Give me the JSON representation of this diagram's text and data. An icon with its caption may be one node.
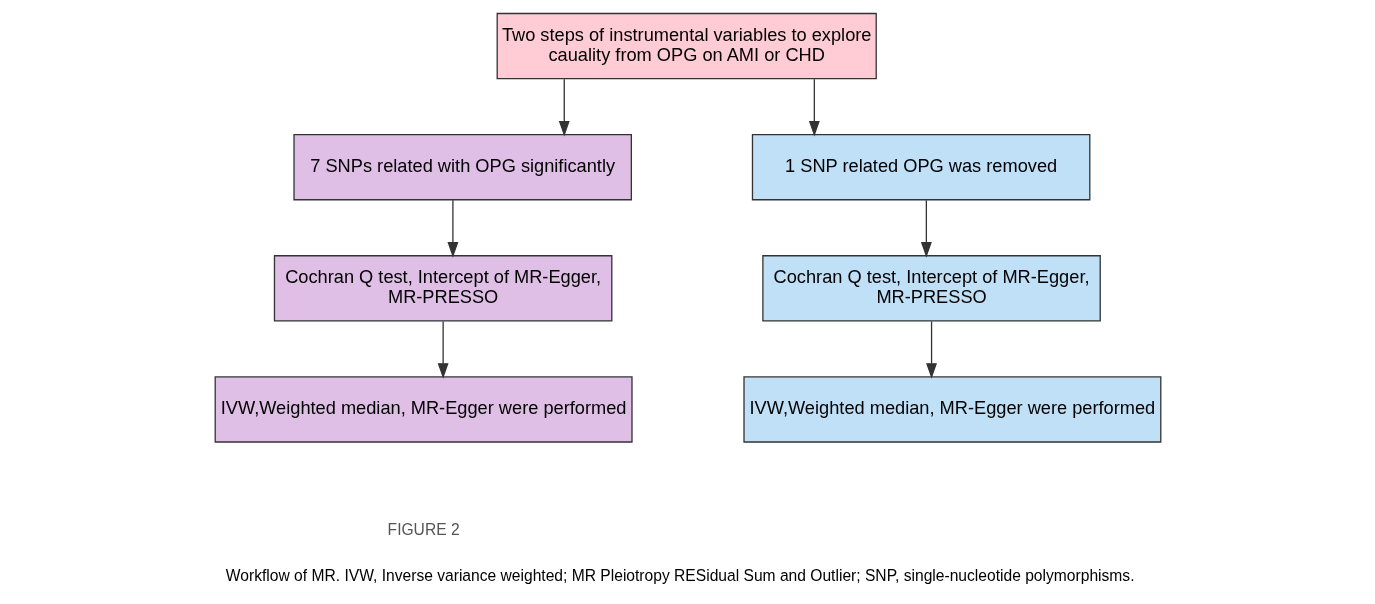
{
  "diagram": {
    "caption": "Workflow of MR. IVW, Inverse variance weighted; MR Pleiotropy RESidual Sum and Outlier; SNP, single-nucleotide polymorphisms.",
    "nodes": [
      {
        "text": [
          "Two steps of instrumental variables to explore cauality from OPG on AMI or CHD"
        ]
      },
      {
        "text": [
          "7 SNPs related with OPG significantly"
        ]
      },
      {
        "text": [
          "1 SNP related OPG was removed"
        ]
      },
      {
        "text": [
          "Cochran Q test, Intercept of MR-Egger, MR-PRESSO"
        ]
      },
      {
        "text": [
          "Cochran Q test, Intercept of MR-Egger, MR-PRESSO"
        ]
      },
      {
        "text": [
          "IVW,Weighted median, MR-Egger were performed"
        ]
      },
      {
        "text": [
          "IVW,Weighted median, MR-Egger were performed"
        ]
      }
    ],
    "edges": [
      {
        "from": 0,
        "to": 1,
        "arrow": "to"
      },
      {
        "from": 0,
        "to": 2,
        "arrow": "to"
      },
      {
        "from": 1,
        "to": 3,
        "arrow": "to"
      },
      {
        "from": 3,
        "to": 5,
        "arrow": "to"
      },
      {
        "from": 2,
        "to": 4,
        "arrow": "to"
      },
      {
        "from": 4,
        "to": 6,
        "arrow": "to"
      }
    ],
    "labels": [
      "FIGURE 2"
    ]
  }
}
